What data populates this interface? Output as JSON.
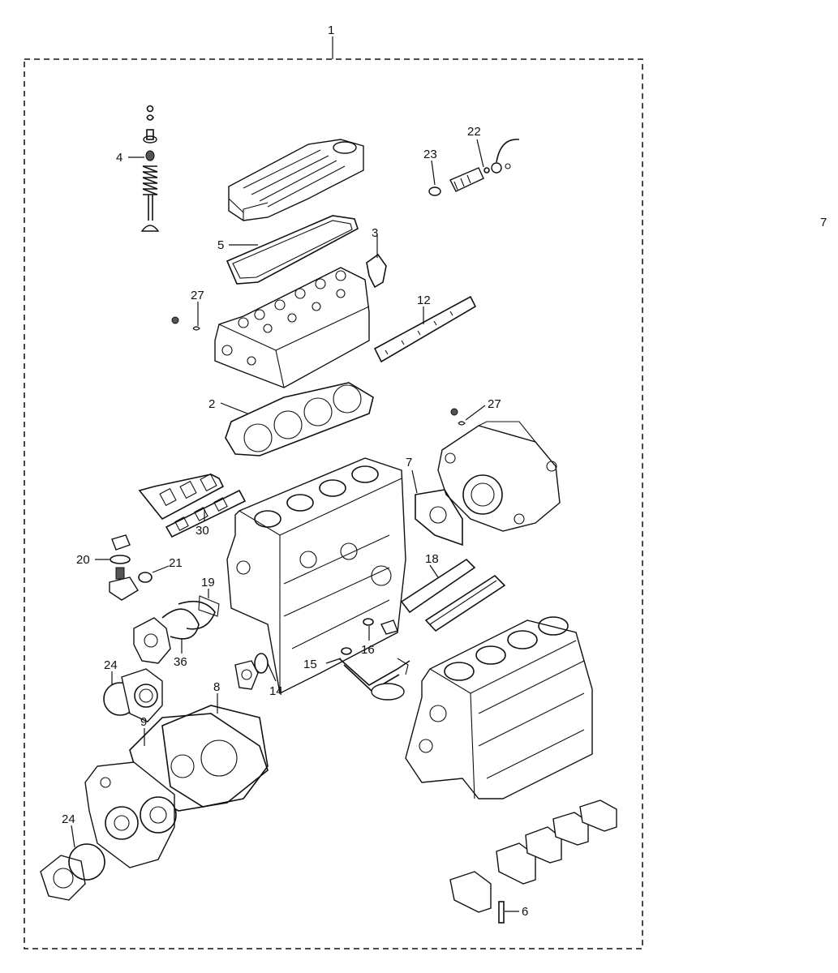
{
  "diagram": {
    "callouts": {
      "c1": "1",
      "c2": "2",
      "c3": "3",
      "c4": "4",
      "c5": "5",
      "c6": "6",
      "c7_right": "7",
      "c7": "7",
      "c8": "8",
      "c9": "9",
      "c12": "12",
      "c14": "14",
      "c15": "15",
      "c16": "16",
      "c18": "18",
      "c19": "19",
      "c20": "20",
      "c21": "21",
      "c22": "22",
      "c23": "23",
      "c24_upper": "24",
      "c24_lower": "24",
      "c27_left": "27",
      "c27_right": "27",
      "c30": "30",
      "c36": "36"
    },
    "colors": {
      "line": "#111111",
      "background": "#ffffff"
    }
  }
}
